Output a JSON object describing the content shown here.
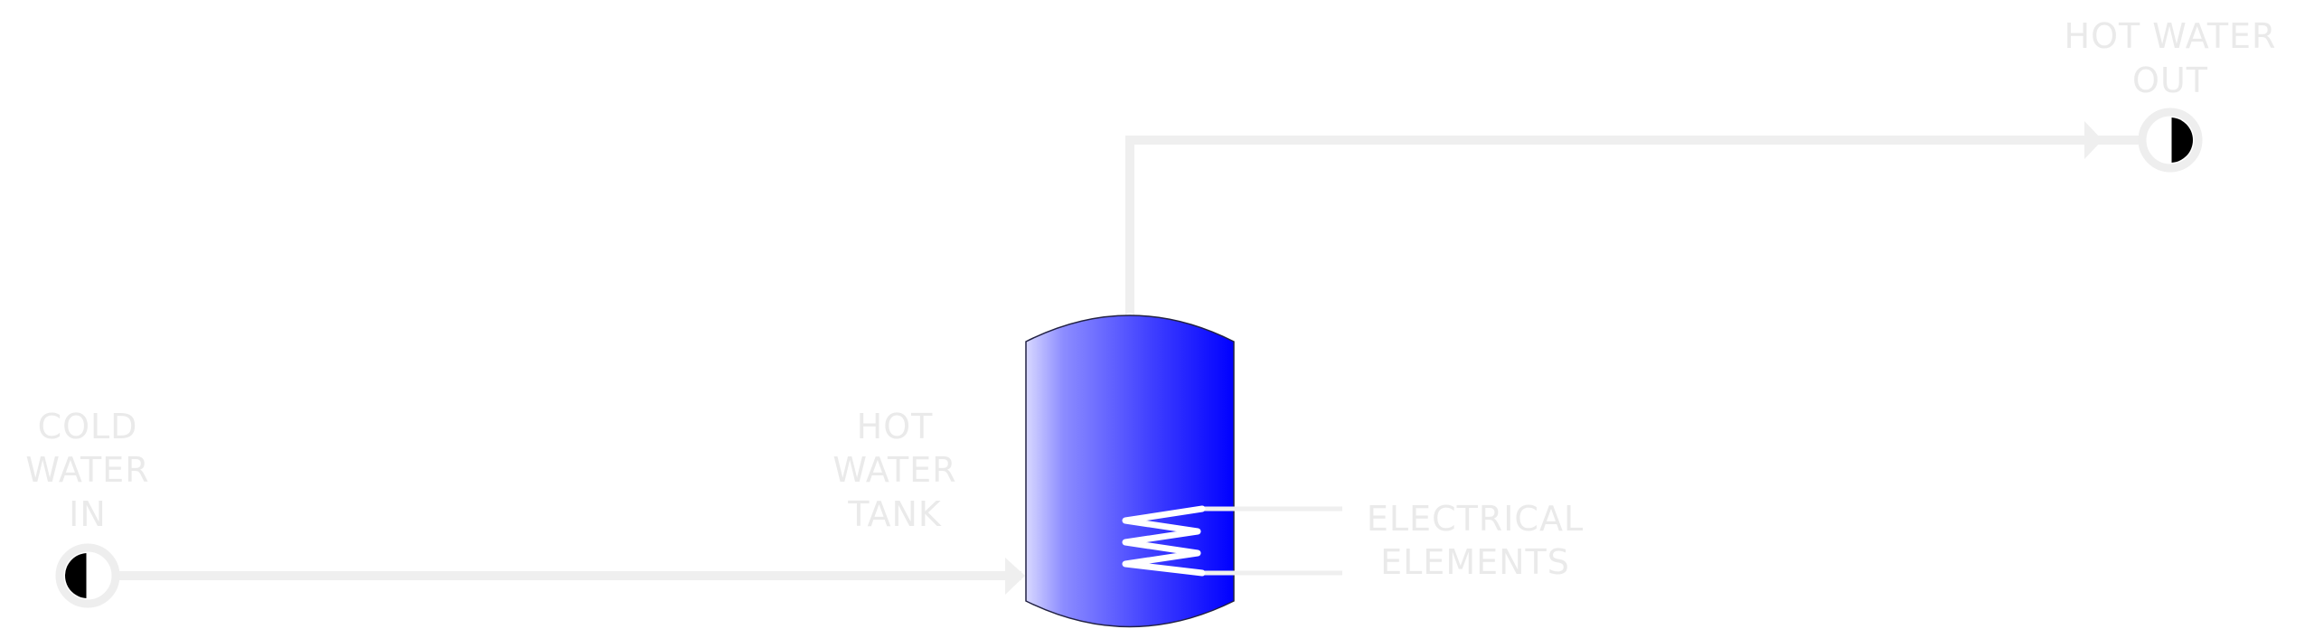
{
  "labels": {
    "cold_water_in": [
      "COLD",
      "WATER",
      "IN"
    ],
    "hot_water_tank": [
      "HOT",
      "WATER",
      "TANK"
    ],
    "electrical_elements": [
      "ELECTRICAL",
      "ELEMENTS"
    ],
    "hot_water_out": [
      "HOT WATER",
      "OUT"
    ]
  },
  "colors": {
    "tank_fill_dark": "#0000ff",
    "tank_fill_light": "#d8d8ff",
    "pipe": "#efefef",
    "label_text": "#eaeaea",
    "port_ring": "#eeeeee"
  },
  "icons": {
    "inlet_port": "half-filled-circle-left",
    "outlet_port": "half-filled-circle-right",
    "flow_arrow": "arrowhead"
  }
}
